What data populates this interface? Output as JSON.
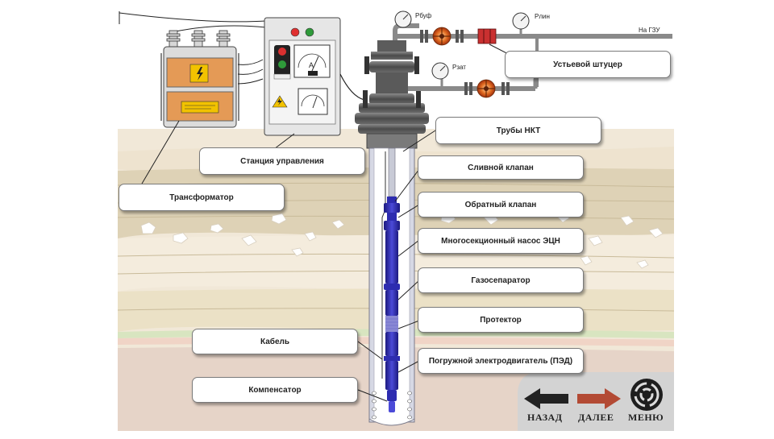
{
  "labels": {
    "ustevoy_shtutser": "Устьевой штуцер",
    "truby_nkt": "Трубы НКТ",
    "stantsiya": "Станция управления",
    "sливной": "Сливной клапан",
    "transformator": "Трансформатор",
    "obratny": "Обратный клапан",
    "nasos": "Многосекционный насос ЭЦН",
    "gazoseparator": "Газосепаратор",
    "protektor": "Протектор",
    "kabel": "Кабель",
    "ped": "Погружной электродвигатель (ПЭД)",
    "kompensator": "Компенсатор"
  },
  "gauges": {
    "p_buf": "Рбуф",
    "p_lin": "Рлин",
    "p_zat": "Рзат",
    "na_gzu": "На ГЗУ",
    "ammeter": "A"
  },
  "nav": {
    "back": "НАЗАД",
    "next": "ДАЛЕЕ",
    "menu": "МЕНЮ"
  },
  "colors": {
    "ground_light": "#f1e8d8",
    "ground_strata": "#ded2b6",
    "ground_deep": "#e8d8cc",
    "pump_blue": "#2d2cb0",
    "nav_panel": "#d3d3d3"
  }
}
